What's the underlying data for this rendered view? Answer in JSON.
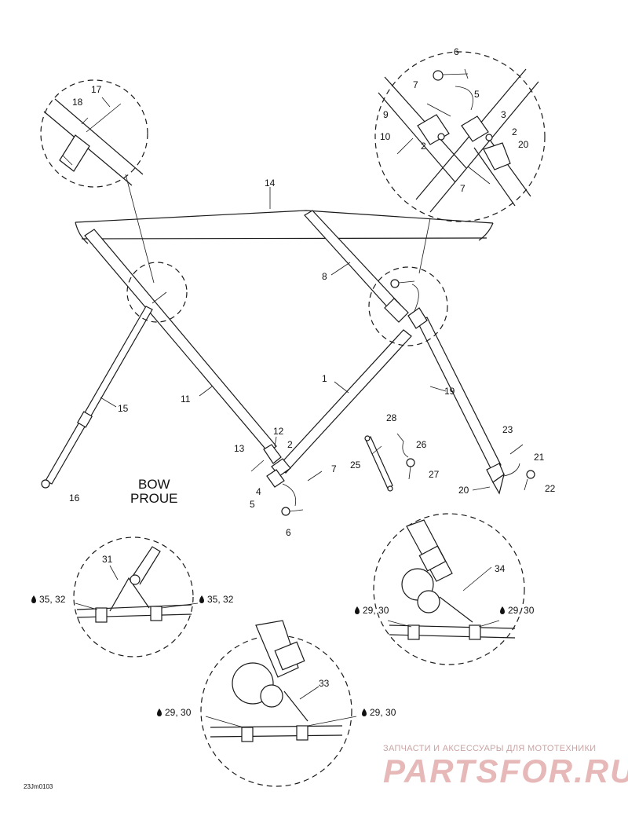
{
  "callouts": {
    "c1": "1",
    "c2a": "2",
    "c2b": "2",
    "c2c": "2",
    "c3": "3",
    "c4": "4",
    "c5a": "5",
    "c5b": "5",
    "c6a": "6",
    "c6b": "6",
    "c7a": "7",
    "c7b": "7",
    "c7c": "7",
    "c8": "8",
    "c9": "9",
    "c10": "10",
    "c11": "11",
    "c12": "12",
    "c13": "13",
    "c14": "14",
    "c15": "15",
    "c16": "16",
    "c17": "17",
    "c18": "18",
    "c19": "19",
    "c20a": "20",
    "c20b": "20",
    "c21": "21",
    "c22": "22",
    "c23": "23",
    "c25": "25",
    "c26": "26",
    "c27": "27",
    "c28": "28",
    "c31": "31",
    "c33": "33",
    "c34": "34"
  },
  "torque": {
    "left_l": "35, 32",
    "left_r": "35, 32",
    "right_l": "29, 30",
    "right_r": "29, 30",
    "bottom_l": "29, 30",
    "bottom_r": "29, 30"
  },
  "bow_label_en": "BOW",
  "bow_label_fr": "PROUE",
  "drawing_code": "23Jm0103",
  "watermark": {
    "line1": "ЗАПЧАСТИ И АКСЕССУАРЫ ДЛЯ МОТОТЕХНИКИ",
    "line2": "PARTSFOR.RU"
  },
  "colors": {
    "line": "#1a1a1a",
    "watermark_text": "#c9a3a3",
    "watermark_logo": "#e6b8b8"
  },
  "icons": [
    "torque-drop-icon"
  ]
}
